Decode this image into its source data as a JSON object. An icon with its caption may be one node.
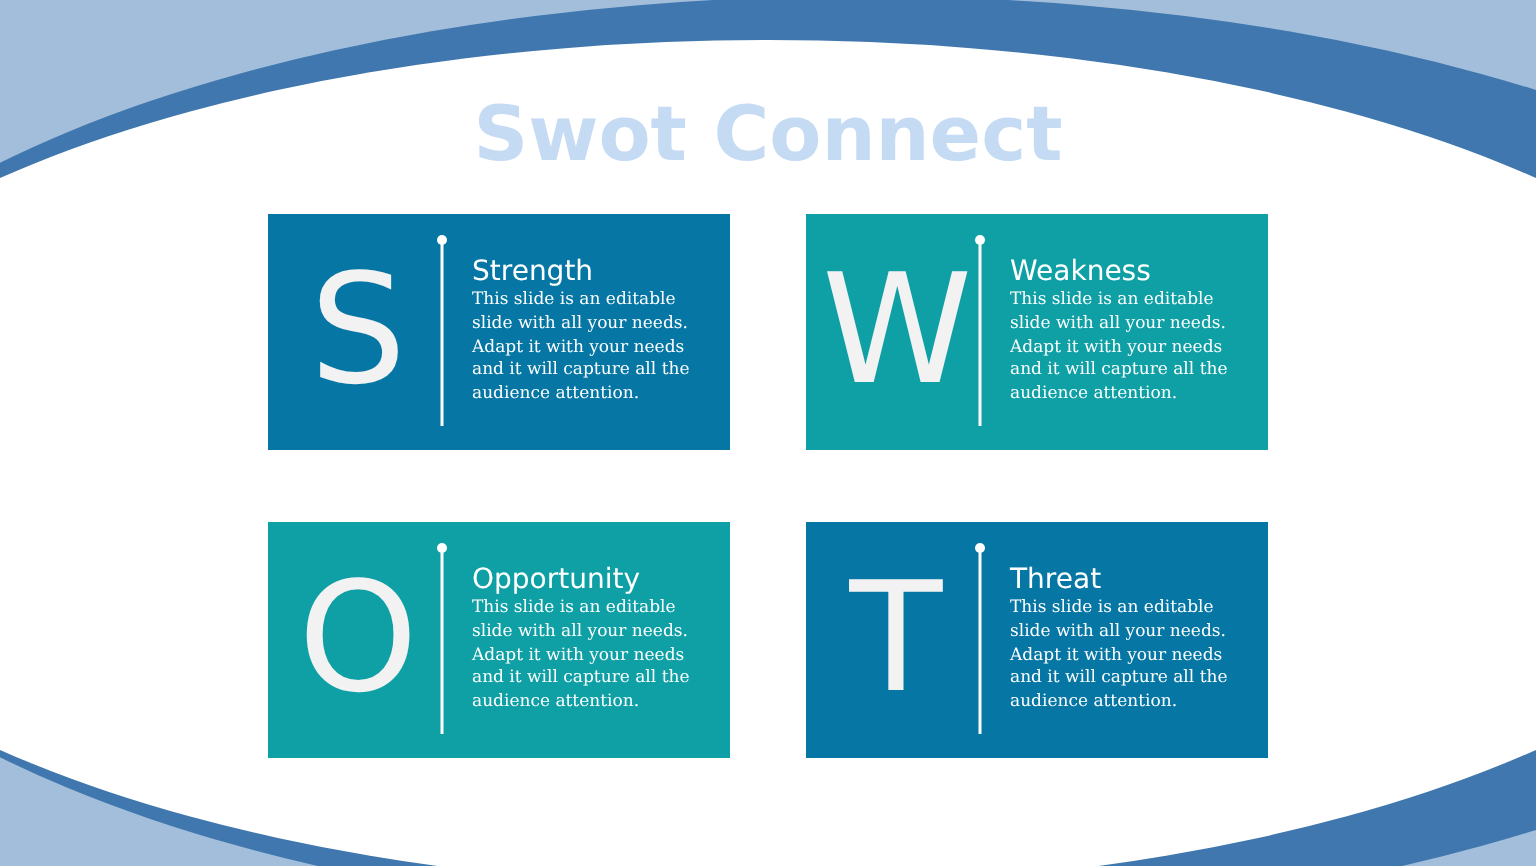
{
  "diagram": {
    "title": "Swot Connect",
    "nodes": [
      {
        "text": [
          "S",
          "Strength",
          "This slide is an editable slide with all your needs. Adapt it with your needs and it will capture all the audience attention."
        ]
      },
      {
        "text": [
          "W",
          "Weakness",
          "This slide is an editable slide with all your needs. Adapt it with your needs and it will capture all the audience attention."
        ]
      },
      {
        "text": [
          "O",
          "Opportunity",
          "This slide is an editable slide with all your needs. Adapt it with your needs and it will capture all the audience attention."
        ]
      },
      {
        "text": [
          "T",
          "Threat",
          "This slide is an editable slide with all your needs. Adapt it with your needs and it will capture all the audience attention."
        ]
      }
    ]
  }
}
